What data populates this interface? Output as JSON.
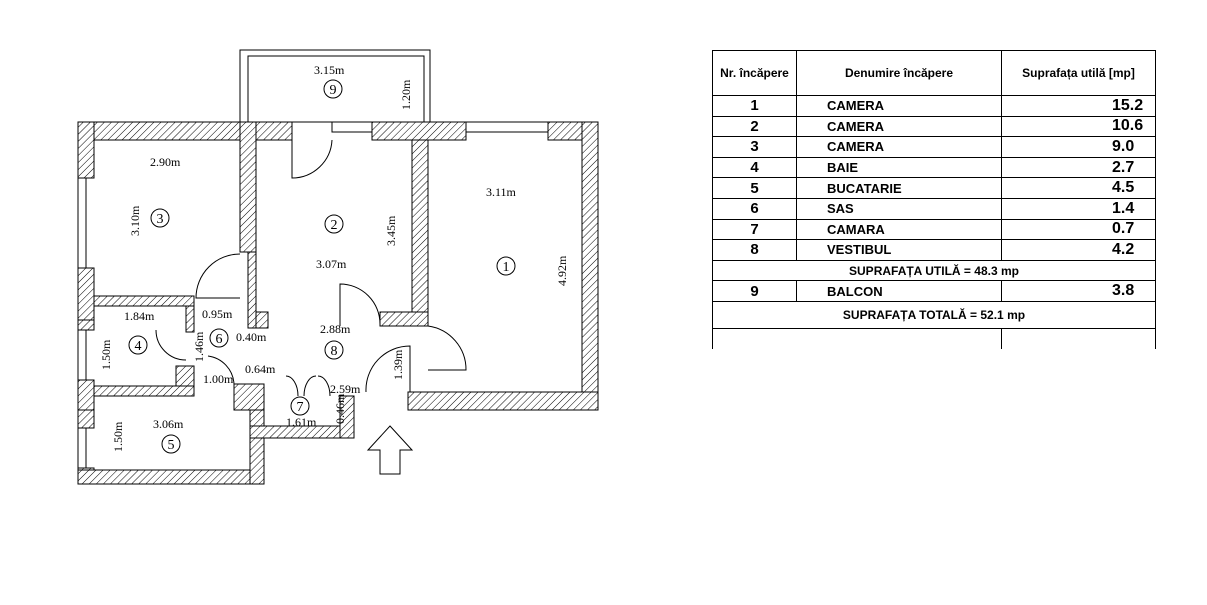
{
  "table": {
    "headers": {
      "nr": "Nr. încăpere",
      "name": "Denumire încăpere",
      "area": "Suprafața utilă [mp]"
    },
    "rows": [
      {
        "nr": "1",
        "name": "CAMERA",
        "area": "15.2"
      },
      {
        "nr": "2",
        "name": "CAMERA",
        "area": "10.6"
      },
      {
        "nr": "3",
        "name": "CAMERA",
        "area": "9.0"
      },
      {
        "nr": "4",
        "name": "BAIE",
        "area": "2.7"
      },
      {
        "nr": "5",
        "name": "BUCATARIE",
        "area": "4.5"
      },
      {
        "nr": "6",
        "name": "SAS",
        "area": "1.4"
      },
      {
        "nr": "7",
        "name": "CAMARA",
        "area": "0.7"
      },
      {
        "nr": "8",
        "name": "VESTIBUL",
        "area": "4.2"
      }
    ],
    "useful_total": {
      "label": "SUPRAFAȚA UTILĂ =",
      "value": "48.3",
      "unit": "mp"
    },
    "balcony": {
      "nr": "9",
      "name": "BALCON",
      "area": "3.8"
    },
    "grand_total": {
      "label": "SUPRAFAȚA TOTALĂ =",
      "value": "52.1",
      "unit": "mp"
    }
  },
  "plan": {
    "room_numbers": [
      "1",
      "2",
      "3",
      "4",
      "5",
      "6",
      "7",
      "8",
      "9"
    ],
    "dimensions": {
      "d_balcony_w": "3.15m",
      "d_balcony_h": "1.20m",
      "d_r3_w": "2.90m",
      "d_r3_h": "3.10m",
      "d_r2_h": "3.45m",
      "d_r2_w": "3.07m",
      "d_r1_w": "3.11m",
      "d_r1_h": "4.92m",
      "d_r4_w": "1.84m",
      "d_r4_h": "1.50m",
      "d_r6_w": "0.95m",
      "d_r6_w2": "0.40m",
      "d_r6_h": "1.46m",
      "d_r8_w": "2.88m",
      "d_r8_h": "1.39m",
      "d_r7_a": "0.64m",
      "d_r7_w": "1.61m",
      "d_r7_h": "0.46m",
      "d_r8_b": "2.59m",
      "d_r6_b": "1.00m",
      "d_r5_w": "3.06m",
      "d_r5_h": "1.50m"
    }
  }
}
